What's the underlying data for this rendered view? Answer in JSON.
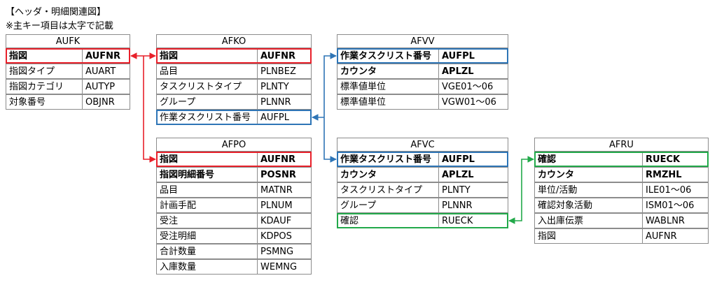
{
  "header": {
    "title": "【ヘッダ・明細関連図】",
    "note": "※主キー項目は太字で記載"
  },
  "tables": {
    "AUFK": {
      "name": "AUFK",
      "rows": [
        {
          "field": "指図",
          "tech": "AUFNR"
        },
        {
          "field": "指図タイプ",
          "tech": "AUART"
        },
        {
          "field": "指図カテゴリ",
          "tech": "AUTYP"
        },
        {
          "field": "対象番号",
          "tech": "OBJNR"
        }
      ]
    },
    "AFKO": {
      "name": "AFKO",
      "rows": [
        {
          "field": "指図",
          "tech": "AUFNR"
        },
        {
          "field": "品目",
          "tech": "PLNBEZ"
        },
        {
          "field": "タスクリストタイプ",
          "tech": "PLNTY"
        },
        {
          "field": "グループ",
          "tech": "PLNNR"
        },
        {
          "field": "作業タスクリスト番号",
          "tech": "AUFPL"
        }
      ]
    },
    "AFPO": {
      "name": "AFPO",
      "rows": [
        {
          "field": "指図",
          "tech": "AUFNR"
        },
        {
          "field": "指図明細番号",
          "tech": "POSNR"
        },
        {
          "field": "品目",
          "tech": "MATNR"
        },
        {
          "field": "計画手配",
          "tech": "PLNUM"
        },
        {
          "field": "受注",
          "tech": "KDAUF"
        },
        {
          "field": "受注明細",
          "tech": "KDPOS"
        },
        {
          "field": "合計数量",
          "tech": "PSMNG"
        },
        {
          "field": "入庫数量",
          "tech": "WEMNG"
        }
      ]
    },
    "AFVV": {
      "name": "AFVV",
      "rows": [
        {
          "field": "作業タスクリスト番号",
          "tech": "AUFPL"
        },
        {
          "field": "カウンタ",
          "tech": "APLZL"
        },
        {
          "field": "標準値単位",
          "tech": "VGE01～06"
        },
        {
          "field": "標準値単位",
          "tech": "VGW01～06"
        }
      ]
    },
    "AFVC": {
      "name": "AFVC",
      "rows": [
        {
          "field": "作業タスクリスト番号",
          "tech": "AUFPL"
        },
        {
          "field": "カウンタ",
          "tech": "APLZL"
        },
        {
          "field": "タスクリストタイプ",
          "tech": "PLNTY"
        },
        {
          "field": "グループ",
          "tech": "PLNNR"
        },
        {
          "field": "確認",
          "tech": "RUECK"
        }
      ]
    },
    "AFRU": {
      "name": "AFRU",
      "rows": [
        {
          "field": "確認",
          "tech": "RUECK"
        },
        {
          "field": "カウンタ",
          "tech": "RMZHL"
        },
        {
          "field": "単位/活動",
          "tech": "ILE01～06"
        },
        {
          "field": "確認対象活動",
          "tech": "ISM01～06"
        },
        {
          "field": "入出庫伝票",
          "tech": "WABLNR"
        },
        {
          "field": "指図",
          "tech": "AUFNR"
        }
      ]
    }
  },
  "colors": {
    "red": "#e8202a",
    "blue": "#2e75b6",
    "green": "#22a94a",
    "border": "#8c8c8c"
  }
}
